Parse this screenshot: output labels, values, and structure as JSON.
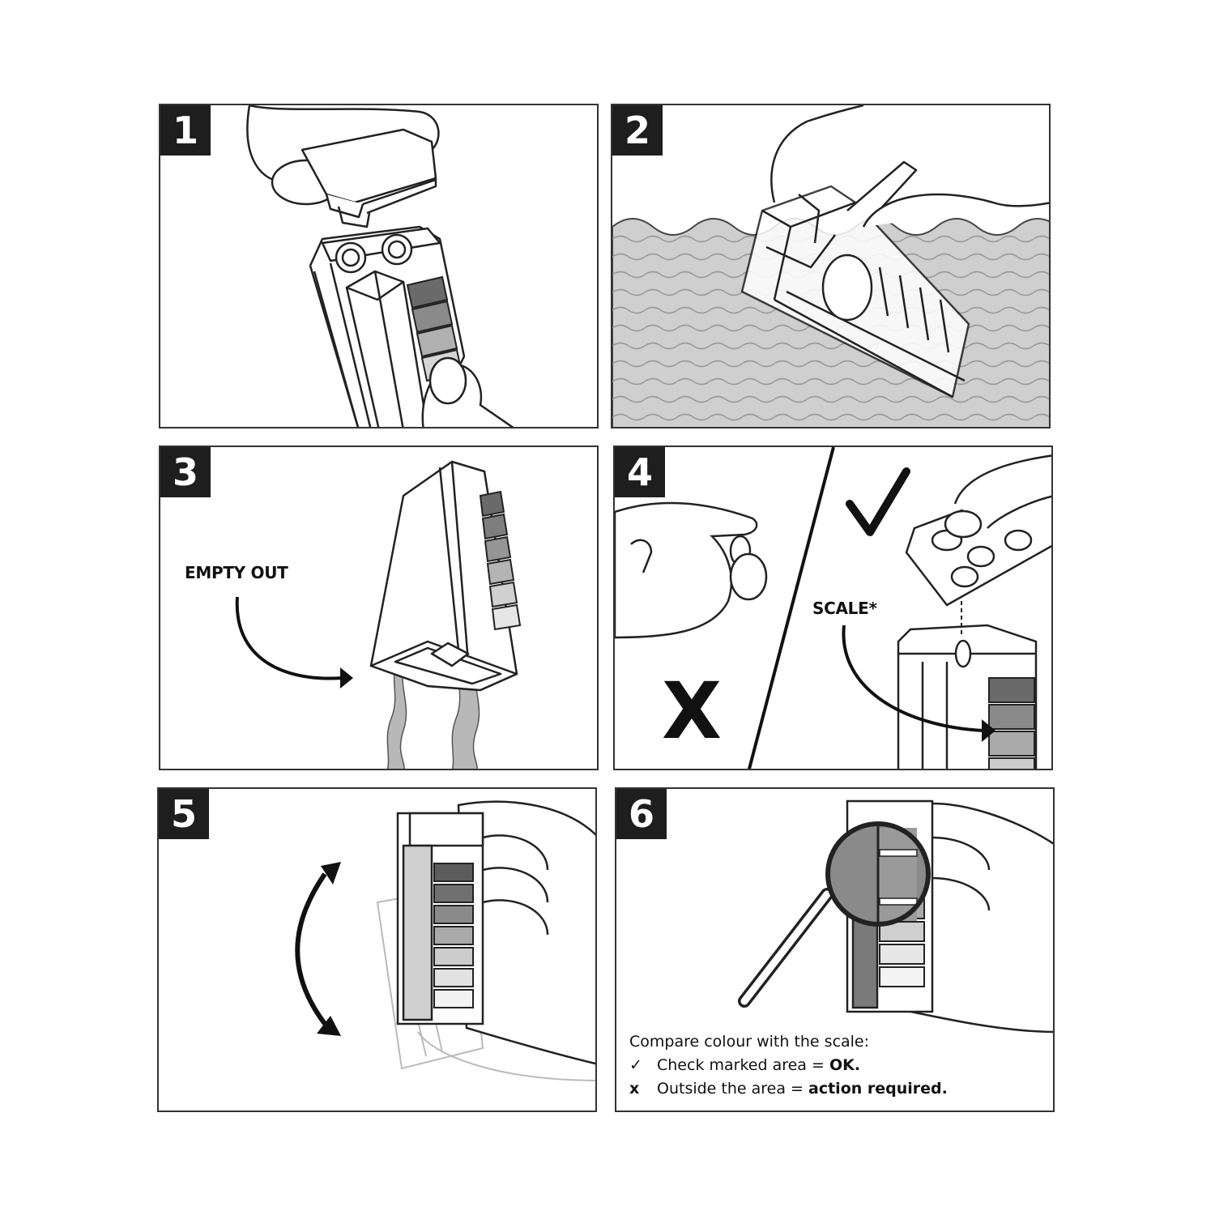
{
  "panels": [
    {
      "number": "1"
    },
    {
      "number": "2"
    },
    {
      "number": "3",
      "label": "EMPTY OUT"
    },
    {
      "number": "4",
      "label": "SCALE*",
      "wrong_mark": "X"
    },
    {
      "number": "5"
    },
    {
      "number": "6"
    }
  ],
  "caption": {
    "heading": "Compare colour with the scale:",
    "ok_symbol": "✓",
    "ok_text": "Check marked area = ",
    "ok_strong": "OK.",
    "bad_symbol": "x",
    "bad_text": "Outside the area = ",
    "bad_strong": "action required."
  },
  "icons": [
    "checkmark-icon",
    "magnifier-icon",
    "curved-arrow-icon",
    "double-arrow-icon",
    "water-waves-icon"
  ],
  "colors": {
    "ink": "#1e1e1e",
    "water": "#c8c8c8",
    "scale_dark": "#6e6e6e",
    "scale_light": "#dcdcdc"
  }
}
